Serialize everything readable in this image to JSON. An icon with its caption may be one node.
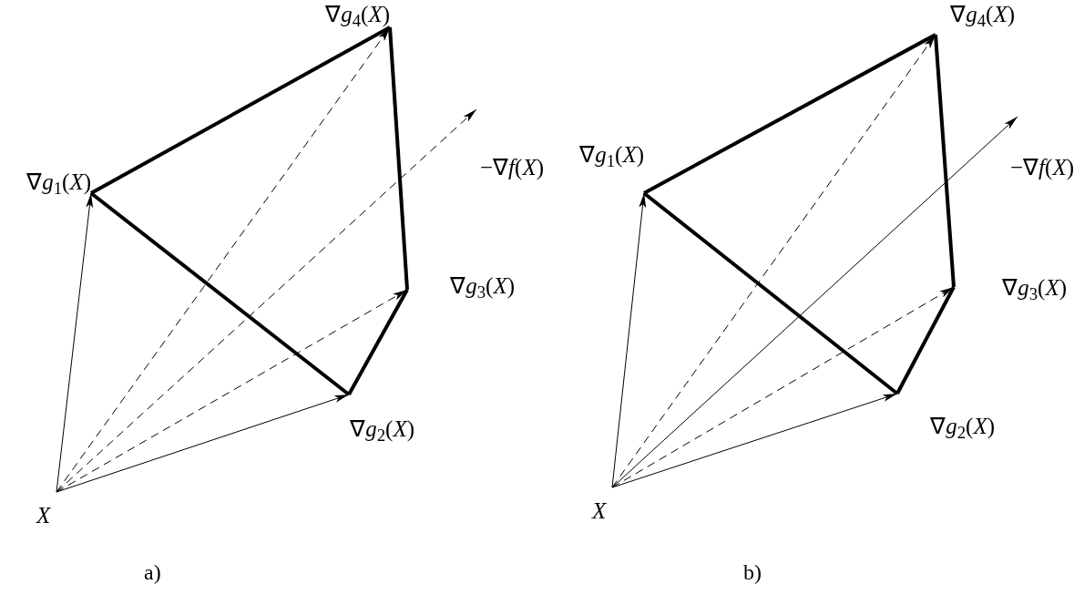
{
  "diagram": {
    "nodes": [
      {
        "text": [
          "∇*g*$_{4}$(*X*)"
        ]
      },
      {
        "text": [
          "∇*g*$_{1}$(*X*)"
        ]
      },
      {
        "text": [
          "−∇*f*(*X*)"
        ]
      },
      {
        "text": [
          "∇*g*$_{3}$(*X*)"
        ]
      },
      {
        "text": [
          "∇*g*$_{2}$(*X*)"
        ]
      },
      {
        "text": [
          "*X*"
        ]
      },
      {
        "text": [
          "∇*g*$_{4}$(*X*)"
        ]
      },
      {
        "text": [
          "∇*g*$_{1}$(*X*)"
        ]
      },
      {
        "text": [
          "−∇*f*(*X*)"
        ]
      },
      {
        "text": [
          "∇*g*$_{3}$(*X*)"
        ]
      },
      {
        "text": [
          "∇*g*$_{2}$(*X*)"
        ]
      },
      {
        "text": [
          "*X*"
        ]
      }
    ],
    "edges": [
      {
        "from": 5,
        "to": 1,
        "arrow": "to"
      },
      {
        "from": 5,
        "to": 4,
        "arrow": "to"
      },
      {
        "from": 5,
        "to": 3,
        "arrow": "to",
        "style": "dashed"
      },
      {
        "from": 5,
        "to": 0,
        "arrow": "to",
        "style": "dashed"
      },
      {
        "from": 5,
        "to": 2,
        "arrow": "to",
        "style": "dashed"
      },
      {
        "from": 1,
        "to": 0,
        "arrow": "none",
        "style": "thick"
      },
      {
        "from": 0,
        "to": 3,
        "arrow": "none",
        "style": "thick"
      },
      {
        "from": 3,
        "to": 4,
        "arrow": "none",
        "style": "thick"
      },
      {
        "from": 4,
        "to": 1,
        "arrow": "none",
        "style": "thick"
      },
      {
        "from": 11,
        "to": 7,
        "arrow": "to"
      },
      {
        "from": 11,
        "to": 10,
        "arrow": "to"
      },
      {
        "from": 11,
        "to": 9,
        "arrow": "to",
        "style": "dashed"
      },
      {
        "from": 11,
        "to": 6,
        "arrow": "to",
        "style": "dashed"
      },
      {
        "from": 11,
        "to": 8,
        "arrow": "to"
      },
      {
        "from": 7,
        "to": 6,
        "arrow": "none",
        "style": "thick"
      },
      {
        "from": 6,
        "to": 9,
        "arrow": "none",
        "style": "thick"
      },
      {
        "from": 9,
        "to": 10,
        "arrow": "none",
        "style": "thick"
      },
      {
        "from": 10,
        "to": 7,
        "arrow": "none",
        "style": "thick"
      }
    ],
    "labels": [
      "a)",
      "b)"
    ]
  }
}
